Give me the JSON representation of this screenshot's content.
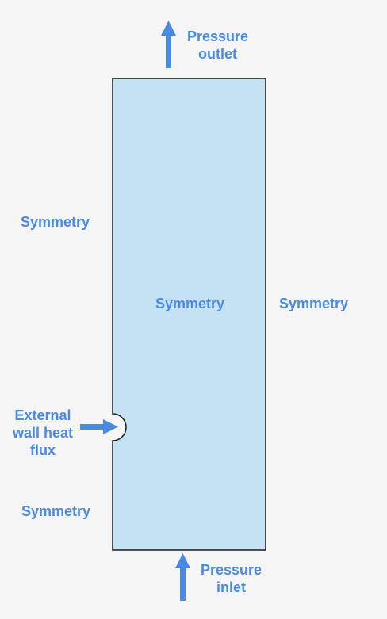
{
  "labels": {
    "outlet": [
      "Pressure",
      "outlet"
    ],
    "inlet": [
      "Pressure",
      "inlet"
    ],
    "symmetry_left_upper": "Symmetry",
    "symmetry_center": "Symmetry",
    "symmetry_right": "Symmetry",
    "symmetry_left_lower": "Symmetry",
    "heat_flux": [
      "External",
      "wall heat",
      "flux"
    ]
  },
  "colors": {
    "domain_fill": "#c5e2f5",
    "outline": "#1a1a1a",
    "accent": "#4a8ae0",
    "background": "#f5f5f5"
  },
  "icons": {
    "outlet_arrow": "arrow-up-icon",
    "inlet_arrow": "arrow-up-icon",
    "heat_flux_arrow": "arrow-right-icon"
  }
}
